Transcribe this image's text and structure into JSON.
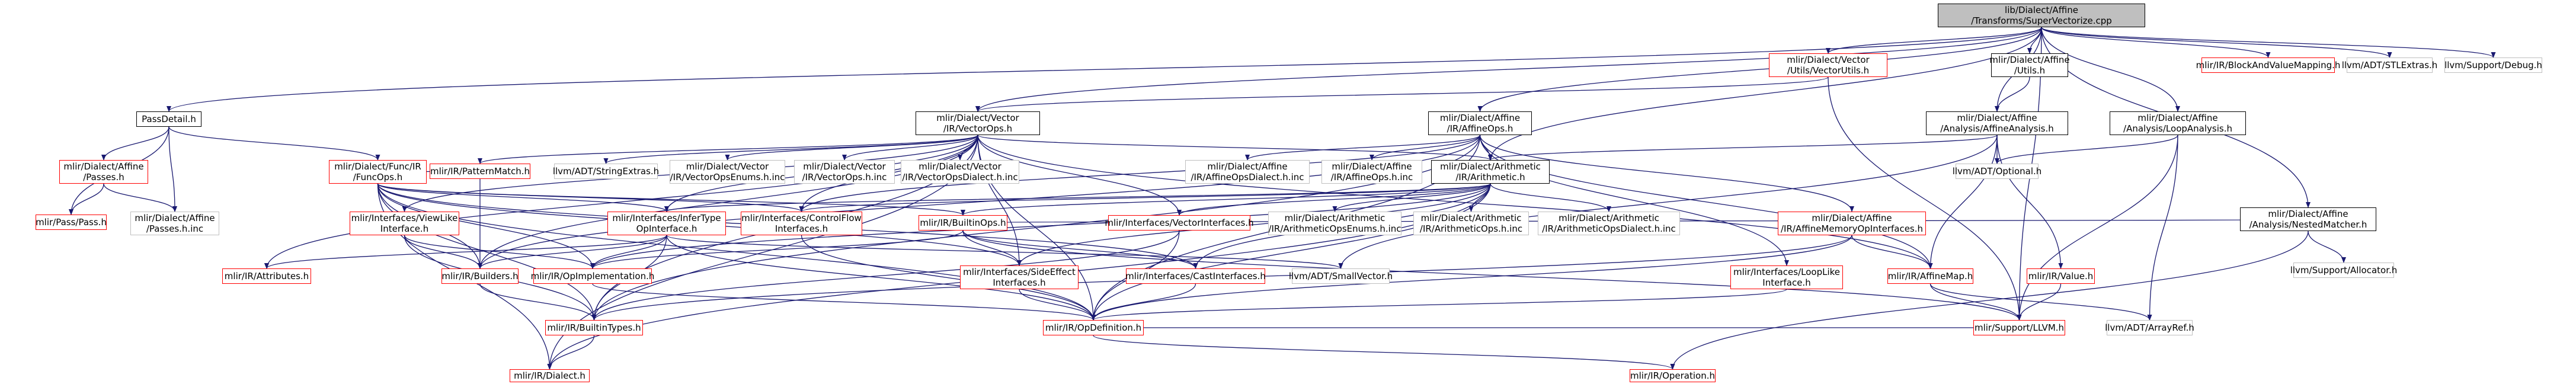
{
  "colors": {
    "edge": "#191970",
    "border_gray": "#bfbfbf",
    "border_red": "#ff0000",
    "border_black": "#000000",
    "root_fill": "#bfbfbf"
  },
  "nodes": [
    {
      "id": "root",
      "label": "lib/Dialect/Affine\n/Transforms/SuperVectorize.cpp",
      "style": "root"
    },
    {
      "id": "passdetail",
      "label": "PassDetail.h",
      "style": "black"
    },
    {
      "id": "vectorutils",
      "label": "mlir/Dialect/Vector\n/Utils/VectorUtils.h",
      "style": "red"
    },
    {
      "id": "vectorops",
      "label": "mlir/Dialect/Vector\n/IR/VectorOps.h",
      "style": "black"
    },
    {
      "id": "affineutils",
      "label": "mlir/Dialect/Affine\n/Utils.h",
      "style": "black"
    },
    {
      "id": "affineanalysis",
      "label": "mlir/Dialect/Affine\n/Analysis/AffineAnalysis.h",
      "style": "black"
    },
    {
      "id": "looplanalysis",
      "label": "mlir/Dialect/Affine\n/Analysis/LoopAnalysis.h",
      "style": "black"
    },
    {
      "id": "blockandvalue",
      "label": "mlir/IR/BlockAndValueMapping.h",
      "style": "red"
    },
    {
      "id": "stlextras",
      "label": "llvm/ADT/STLExtras.h",
      "style": "gray"
    },
    {
      "id": "debug",
      "label": "llvm/Support/Debug.h",
      "style": "gray"
    },
    {
      "id": "affinepasses",
      "label": "mlir/Dialect/Affine\n/Passes.h",
      "style": "red"
    },
    {
      "id": "funcops",
      "label": "mlir/Dialect/Func/IR\n/FuncOps.h",
      "style": "red"
    },
    {
      "id": "affineops",
      "label": "mlir/Dialect/Affine\n/IR/AffineOps.h",
      "style": "black"
    },
    {
      "id": "nestedmatcher",
      "label": "mlir/Dialect/Affine\n/Analysis/NestedMatcher.h",
      "style": "black"
    },
    {
      "id": "passpass",
      "label": "mlir/Pass/Pass.h",
      "style": "red"
    },
    {
      "id": "affinepassesinc",
      "label": "mlir/Dialect/Affine\n/Passes.h.inc",
      "style": "gray"
    },
    {
      "id": "patternmatch",
      "label": "mlir/IR/PatternMatch.h",
      "style": "red"
    },
    {
      "id": "stringextras",
      "label": "llvm/ADT/StringExtras.h",
      "style": "gray"
    },
    {
      "id": "vectoropsenums",
      "label": "mlir/Dialect/Vector\n/IR/VectorOpsEnums.h.inc",
      "style": "gray"
    },
    {
      "id": "vectoropsinc",
      "label": "mlir/Dialect/Vector\n/IR/VectorOps.h.inc",
      "style": "gray"
    },
    {
      "id": "vectoropsdialect",
      "label": "mlir/Dialect/Vector\n/IR/VectorOpsDialect.h.inc",
      "style": "gray"
    },
    {
      "id": "affineopsdialect",
      "label": "mlir/Dialect/Affine\n/IR/AffineOpsDialect.h.inc",
      "style": "gray"
    },
    {
      "id": "affineopsinc",
      "label": "mlir/Dialect/Affine\n/IR/AffineOps.h.inc",
      "style": "gray"
    },
    {
      "id": "arith",
      "label": "mlir/Dialect/Arithmetic\n/IR/Arithmetic.h",
      "style": "black"
    },
    {
      "id": "viewlike",
      "label": "mlir/Interfaces/ViewLike\nInterface.h",
      "style": "red"
    },
    {
      "id": "infertype",
      "label": "mlir/Interfaces/InferType\nOpInterface.h",
      "style": "red"
    },
    {
      "id": "controlflow",
      "label": "mlir/Interfaces/ControlFlow\nInterfaces.h",
      "style": "red"
    },
    {
      "id": "builtinops",
      "label": "mlir/IR/BuiltinOps.h",
      "style": "red"
    },
    {
      "id": "vectorinterfaces",
      "label": "mlir/Interfaces/VectorInterfaces.h",
      "style": "red"
    },
    {
      "id": "arithopsenums",
      "label": "mlir/Dialect/Arithmetic\n/IR/ArithmeticOpsEnums.h.inc",
      "style": "gray"
    },
    {
      "id": "arithopsinc",
      "label": "mlir/Dialect/Arithmetic\n/IR/ArithmeticOps.h.inc",
      "style": "gray"
    },
    {
      "id": "arithopsdialect",
      "label": "mlir/Dialect/Arithmetic\n/IR/ArithmeticOpsDialect.h.inc",
      "style": "gray"
    },
    {
      "id": "affinememory",
      "label": "mlir/Dialect/Affine\n/IR/AffineMemoryOpInterfaces.h",
      "style": "red"
    },
    {
      "id": "optional",
      "label": "llvm/ADT/Optional.h",
      "style": "gray"
    },
    {
      "id": "allocator",
      "label": "llvm/Support/Allocator.h",
      "style": "gray"
    },
    {
      "id": "attributes",
      "label": "mlir/IR/Attributes.h",
      "style": "red"
    },
    {
      "id": "builders",
      "label": "mlir/IR/Builders.h",
      "style": "red"
    },
    {
      "id": "opimpl",
      "label": "mlir/IR/OpImplementation.h",
      "style": "red"
    },
    {
      "id": "sideeffect",
      "label": "mlir/Interfaces/SideEffect\nInterfaces.h",
      "style": "red"
    },
    {
      "id": "castinterfaces",
      "label": "mlir/Interfaces/CastInterfaces.h",
      "style": "red"
    },
    {
      "id": "smallvector",
      "label": "llvm/ADT/SmallVector.h",
      "style": "gray"
    },
    {
      "id": "looplike",
      "label": "mlir/Interfaces/LoopLike\nInterface.h",
      "style": "red"
    },
    {
      "id": "affinemap",
      "label": "mlir/IR/AffineMap.h",
      "style": "red"
    },
    {
      "id": "value",
      "label": "mlir/IR/Value.h",
      "style": "red"
    },
    {
      "id": "builtintypes",
      "label": "mlir/IR/BuiltinTypes.h",
      "style": "red"
    },
    {
      "id": "opdefinition",
      "label": "mlir/IR/OpDefinition.h",
      "style": "red"
    },
    {
      "id": "llvm",
      "label": "mlir/Support/LLVM.h",
      "style": "red"
    },
    {
      "id": "arrayref",
      "label": "llvm/ADT/ArrayRef.h",
      "style": "gray"
    },
    {
      "id": "dialect",
      "label": "mlir/IR/Dialect.h",
      "style": "red"
    },
    {
      "id": "operation",
      "label": "mlir/IR/Operation.h",
      "style": "red"
    }
  ],
  "edges": [
    [
      "root",
      "passdetail"
    ],
    [
      "root",
      "vectorutils"
    ],
    [
      "root",
      "vectorops"
    ],
    [
      "root",
      "affineutils"
    ],
    [
      "root",
      "affineanalysis"
    ],
    [
      "root",
      "looplanalysis"
    ],
    [
      "root",
      "blockandvalue"
    ],
    [
      "root",
      "stlextras"
    ],
    [
      "root",
      "debug"
    ],
    [
      "root",
      "affineops"
    ],
    [
      "root",
      "nestedmatcher"
    ],
    [
      "root",
      "arith"
    ],
    [
      "root",
      "llvm"
    ],
    [
      "passdetail",
      "affinepasses"
    ],
    [
      "passdetail",
      "funcops"
    ],
    [
      "passdetail",
      "passpass"
    ],
    [
      "passdetail",
      "affinepassesinc"
    ],
    [
      "affinepasses",
      "passpass"
    ],
    [
      "affinepasses",
      "affinepassesinc"
    ],
    [
      "vectorutils",
      "vectorops"
    ],
    [
      "vectorutils",
      "llvm"
    ],
    [
      "affineutils",
      "affineanalysis"
    ],
    [
      "affineanalysis",
      "arith"
    ],
    [
      "affineanalysis",
      "optional"
    ],
    [
      "affineanalysis",
      "smallvector"
    ],
    [
      "affineanalysis",
      "value"
    ],
    [
      "affineanalysis",
      "affinemap"
    ],
    [
      "looplanalysis",
      "optional"
    ],
    [
      "looplanalysis",
      "llvm"
    ],
    [
      "looplanalysis",
      "arrayref"
    ],
    [
      "nestedmatcher",
      "builtinops"
    ],
    [
      "nestedmatcher",
      "allocator"
    ],
    [
      "nestedmatcher",
      "operation"
    ],
    [
      "vectorops",
      "patternmatch"
    ],
    [
      "vectorops",
      "stringextras"
    ],
    [
      "vectorops",
      "vectoropsenums"
    ],
    [
      "vectorops",
      "vectoropsinc"
    ],
    [
      "vectorops",
      "vectoropsdialect"
    ],
    [
      "vectorops",
      "arith"
    ],
    [
      "vectorops",
      "viewlike"
    ],
    [
      "vectorops",
      "infertype"
    ],
    [
      "vectorops",
      "controlflow"
    ],
    [
      "vectorops",
      "vectorinterfaces"
    ],
    [
      "vectorops",
      "affinemap"
    ],
    [
      "vectorops",
      "attributes"
    ],
    [
      "vectorops",
      "builders"
    ],
    [
      "vectorops",
      "builtintypes"
    ],
    [
      "vectorops",
      "opdefinition"
    ],
    [
      "vectorops",
      "dialect"
    ],
    [
      "vectorops",
      "sideeffect"
    ],
    [
      "funcops",
      "patternmatch"
    ],
    [
      "funcops",
      "infertype"
    ],
    [
      "funcops",
      "controlflow"
    ],
    [
      "funcops",
      "builtinops"
    ],
    [
      "funcops",
      "builders"
    ],
    [
      "funcops",
      "opimpl"
    ],
    [
      "funcops",
      "sideeffect"
    ],
    [
      "funcops",
      "builtintypes"
    ],
    [
      "funcops",
      "dialect"
    ],
    [
      "funcops",
      "opdefinition"
    ],
    [
      "funcops",
      "castinterfaces"
    ],
    [
      "affineops",
      "affineopsdialect"
    ],
    [
      "affineops",
      "affineopsinc"
    ],
    [
      "affineops",
      "arith"
    ],
    [
      "affineops",
      "affinememory"
    ],
    [
      "affineops",
      "looplike"
    ],
    [
      "affineops",
      "controlflow"
    ],
    [
      "affineops",
      "builders"
    ],
    [
      "affineops",
      "builtintypes"
    ],
    [
      "affineops",
      "affinemap"
    ],
    [
      "affineops",
      "opdefinition"
    ],
    [
      "arith",
      "infertype"
    ],
    [
      "arith",
      "controlflow"
    ],
    [
      "arith",
      "builtinops"
    ],
    [
      "arith",
      "vectorinterfaces"
    ],
    [
      "arith",
      "arithopsenums"
    ],
    [
      "arith",
      "arithopsinc"
    ],
    [
      "arith",
      "arithopsdialect"
    ],
    [
      "arith",
      "castinterfaces"
    ],
    [
      "arith",
      "sideeffect"
    ],
    [
      "arith",
      "opimpl"
    ],
    [
      "arith",
      "dialect"
    ],
    [
      "arith",
      "opdefinition"
    ],
    [
      "patternmatch",
      "builders"
    ],
    [
      "viewlike",
      "builders"
    ],
    [
      "viewlike",
      "opimpl"
    ],
    [
      "viewlike",
      "builtintypes"
    ],
    [
      "infertype",
      "attributes"
    ],
    [
      "infertype",
      "builders"
    ],
    [
      "infertype",
      "opimpl"
    ],
    [
      "infertype",
      "smallvector"
    ],
    [
      "infertype",
      "builtintypes"
    ],
    [
      "infertype",
      "opdefinition"
    ],
    [
      "controlflow",
      "opdefinition"
    ],
    [
      "builtinops",
      "opimpl"
    ],
    [
      "builtinops",
      "sideeffect"
    ],
    [
      "builtinops",
      "castinterfaces"
    ],
    [
      "builtinops",
      "llvm"
    ],
    [
      "vectorinterfaces",
      "builtintypes"
    ],
    [
      "vectorinterfaces",
      "opdefinition"
    ],
    [
      "affinememory",
      "affinemap"
    ],
    [
      "affinememory",
      "builtintypes"
    ],
    [
      "affinememory",
      "opdefinition"
    ],
    [
      "builders",
      "builtintypes"
    ],
    [
      "opimpl",
      "opdefinition"
    ],
    [
      "sideeffect",
      "opdefinition"
    ],
    [
      "castinterfaces",
      "opdefinition"
    ],
    [
      "looplike",
      "opdefinition"
    ],
    [
      "affinemap",
      "llvm"
    ],
    [
      "affinemap",
      "arrayref"
    ],
    [
      "value",
      "llvm"
    ],
    [
      "builtintypes",
      "dialect"
    ],
    [
      "opdefinition",
      "operation"
    ],
    [
      "opdefinition",
      "llvm"
    ]
  ]
}
